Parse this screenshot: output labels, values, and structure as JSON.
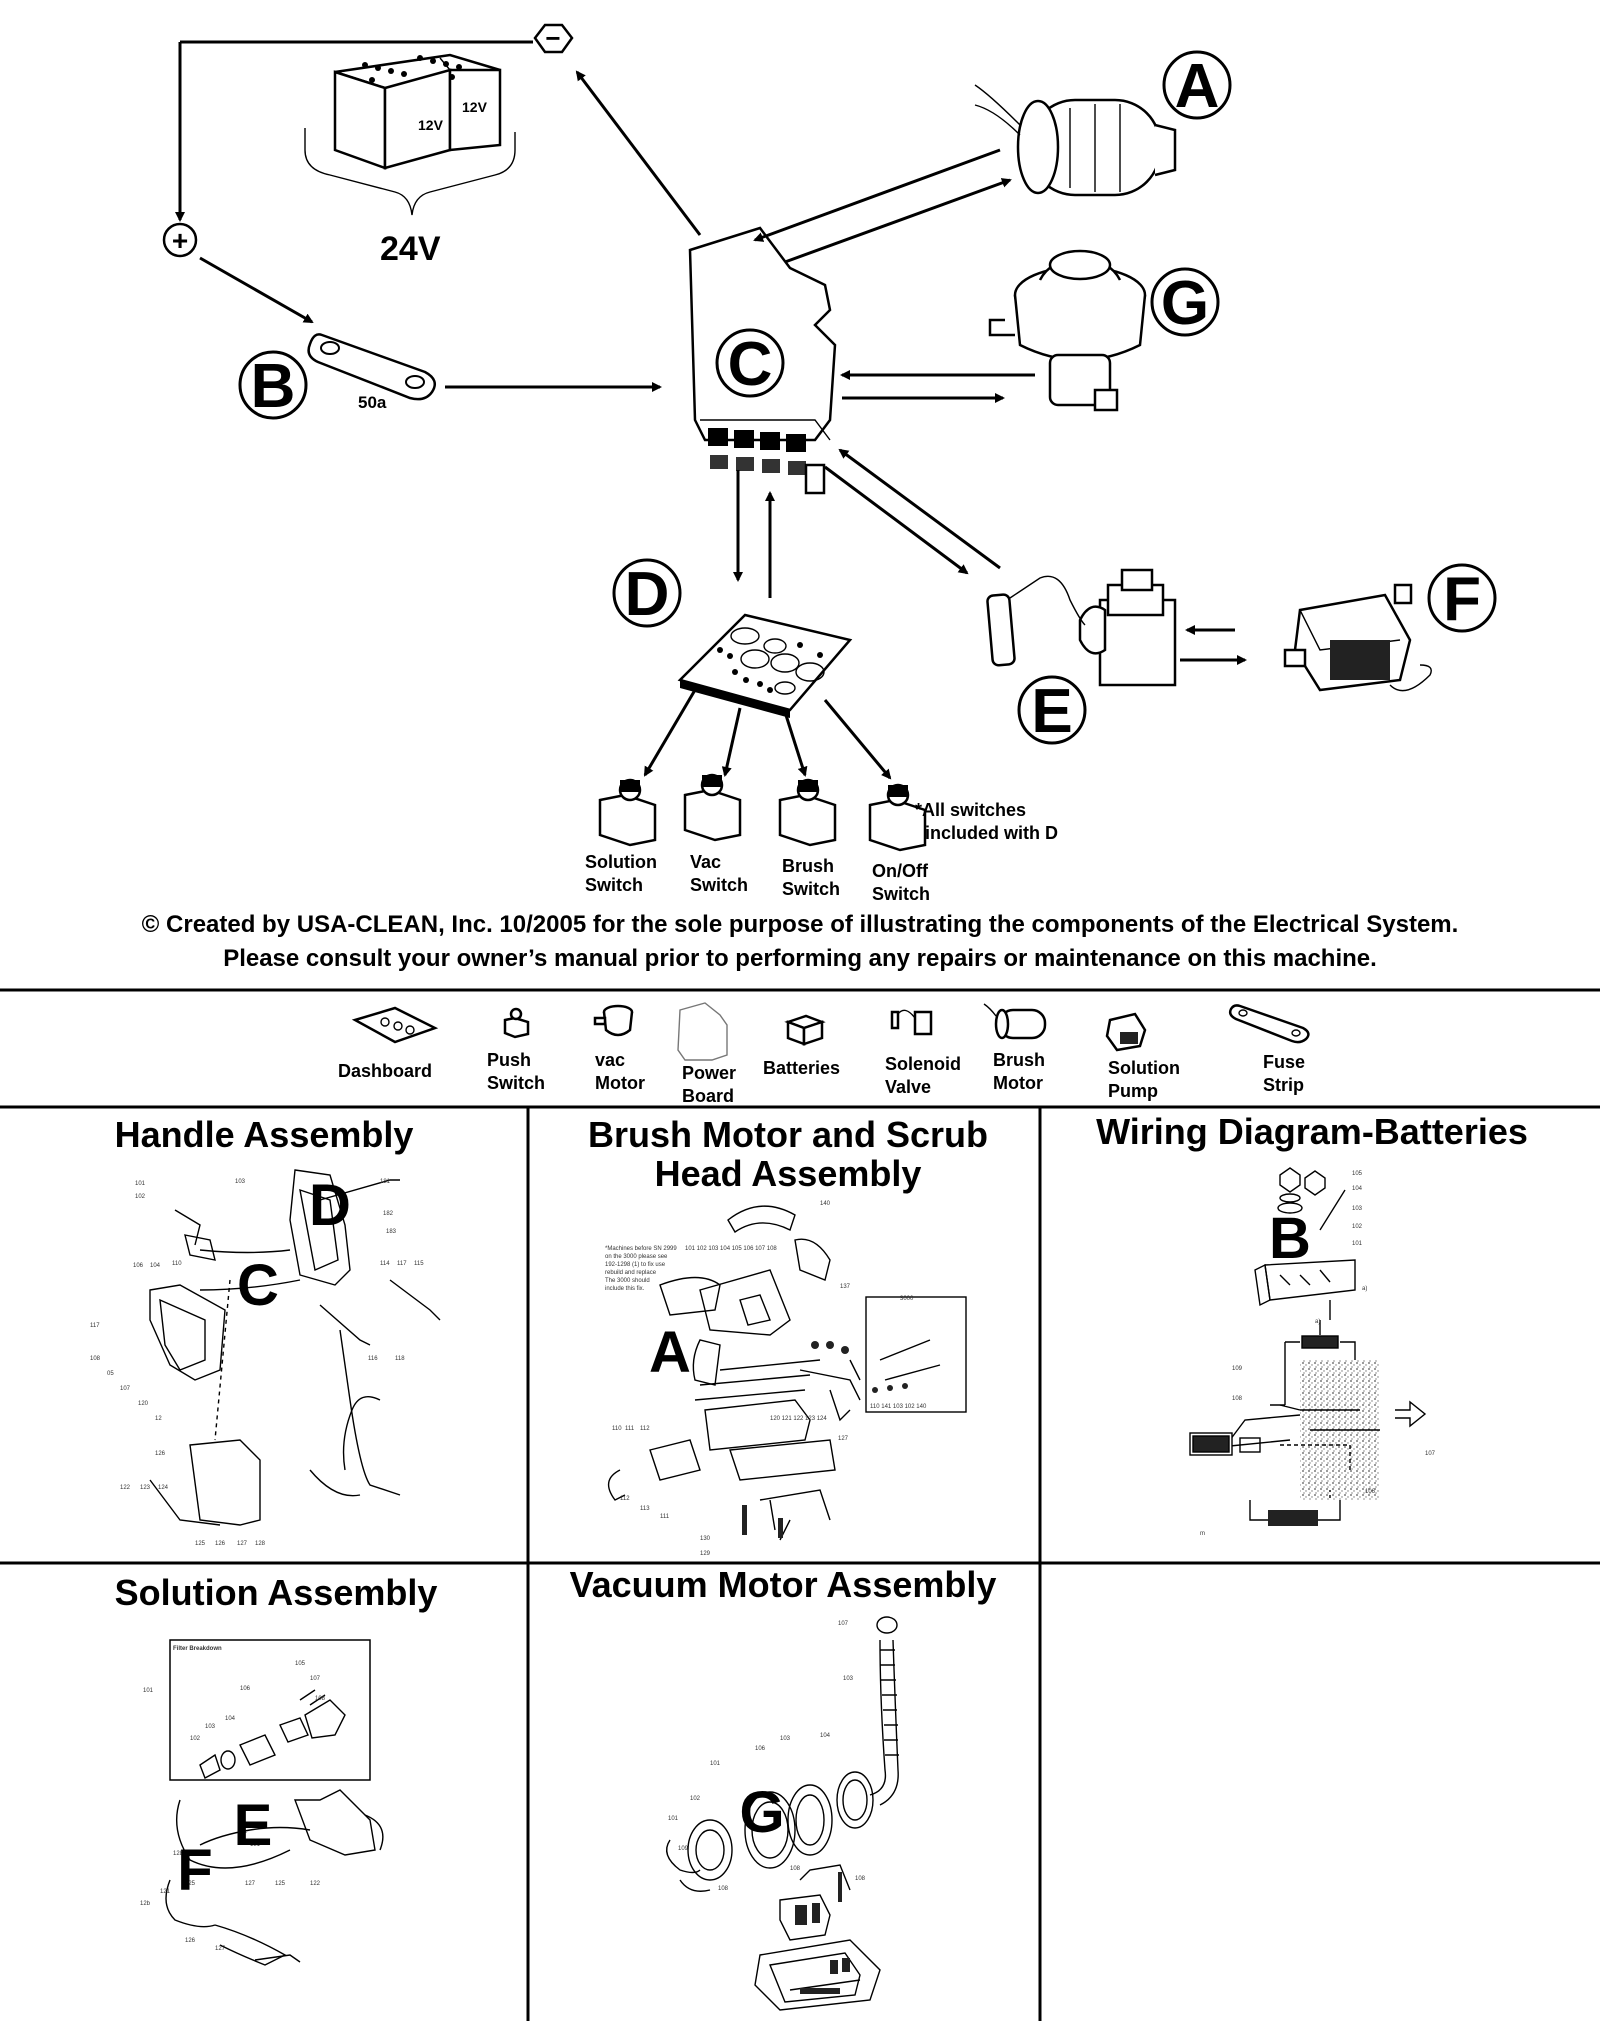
{
  "top": {
    "battery_left": "12V",
    "battery_right": "12V",
    "voltage": "24V",
    "negative": "−",
    "positive": "+",
    "fuse_rating": "50a",
    "letters": {
      "A": "A",
      "B": "B",
      "C": "C",
      "D": "D",
      "E": "E",
      "F": "F",
      "G": "G"
    },
    "switches": [
      {
        "line1": "Solution",
        "line2": "Switch"
      },
      {
        "line1": "Vac",
        "line2": "Switch"
      },
      {
        "line1": "Brush",
        "line2": "Switch"
      },
      {
        "line1": "On/Off",
        "line2": "Switch"
      }
    ],
    "note_line1": "*All switches",
    "note_line2": "included with D"
  },
  "copyright": {
    "line1": "© Created by USA-CLEAN, Inc. 10/2005 for the sole purpose of illustrating the components of the Electrical System.",
    "line2": "Please consult your owner’s manual prior to performing any repairs or maintenance on this machine."
  },
  "legend": [
    {
      "icon": "dashboard-icon",
      "line1": "Dashboard",
      "line2": ""
    },
    {
      "icon": "push-switch-icon",
      "line1": "Push",
      "line2": "Switch"
    },
    {
      "icon": "vac-motor-icon",
      "line1": "vac",
      "line2": "Motor"
    },
    {
      "icon": "power-board-icon",
      "line1": "Power",
      "line2": "Board"
    },
    {
      "icon": "batteries-icon",
      "line1": "Batteries",
      "line2": ""
    },
    {
      "icon": "solenoid-valve-icon",
      "line1": "Solenoid",
      "line2": "Valve"
    },
    {
      "icon": "brush-motor-icon",
      "line1": "Brush",
      "line2": "Motor"
    },
    {
      "icon": "solution-pump-icon",
      "line1": "Solution",
      "line2": "Pump"
    },
    {
      "icon": "fuse-strip-icon",
      "line1": "Fuse",
      "line2": "Strip"
    }
  ],
  "sections": {
    "handle": {
      "title": "Handle Assembly",
      "letters": [
        "D",
        "C"
      ]
    },
    "brush": {
      "title_line1": "Brush Motor and Scrub",
      "title_line2": "Head Assembly",
      "letter": "A"
    },
    "wiring": {
      "title": "Wiring Diagram-Batteries",
      "letter": "B"
    },
    "solution": {
      "title": "Solution Assembly",
      "letters": [
        "E",
        "F"
      ],
      "inset_title": "Filter Breakdown"
    },
    "vacuum": {
      "title": "Vacuum Motor Assembly",
      "letter": "G"
    }
  }
}
